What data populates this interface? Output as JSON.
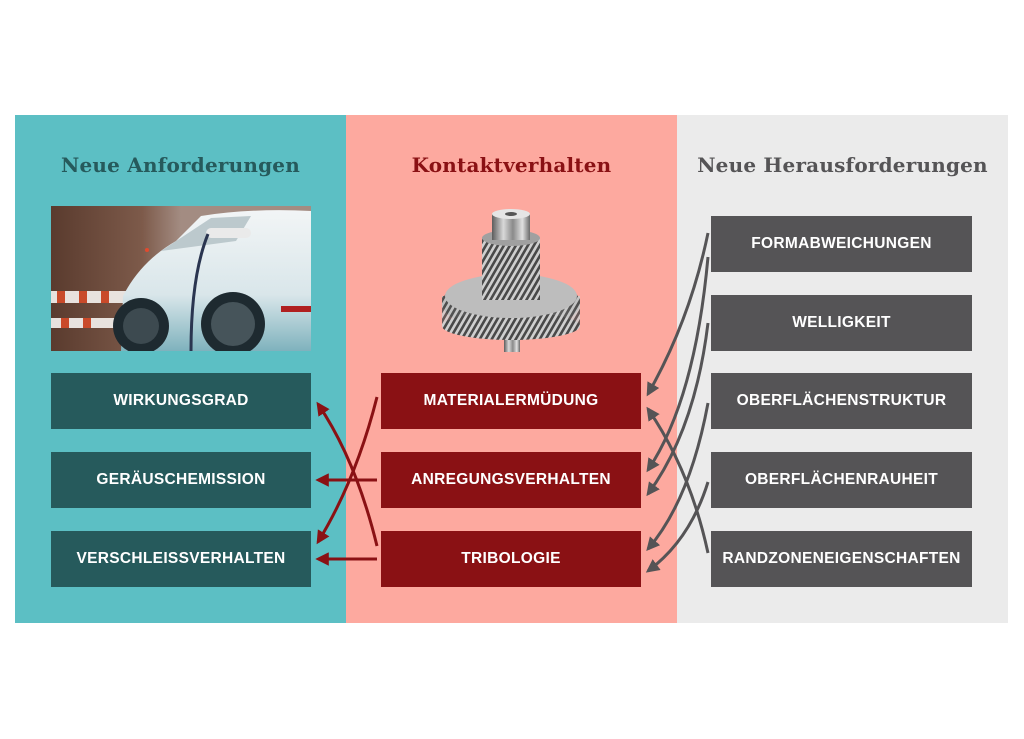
{
  "panels": {
    "left": {
      "title": "Neue Anforderungen",
      "background": "#5cbfc4",
      "image": "electric-car-charging-photo",
      "items": [
        "WIRKUNGSGRAD",
        "GERÄUSCHEMISSION",
        "VERSCHLEISSVERHALTEN"
      ],
      "item_color": "#265a5c"
    },
    "middle": {
      "title": "Kontaktverhalten",
      "background": "#fda99f",
      "image": "helical-gear-photo",
      "items": [
        "MATERIALERMÜDUNG",
        "ANREGUNGSVERHALTEN",
        "TRIBOLOGIE"
      ],
      "item_color": "#8a1114"
    },
    "right": {
      "title": "Neue Herausforderungen",
      "background": "#ebebeb",
      "items": [
        "FORMABWEICHUNGEN",
        "WELLIGKEIT",
        "OBERFLÄCHENSTRUKTUR",
        "OBERFLÄCHENRAUHEIT",
        "RANDZONENEIGENSCHAFTEN"
      ],
      "item_color": "#555456"
    }
  },
  "connections": {
    "red_arrows": [
      {
        "from": "MATERIALERMÜDUNG",
        "to": "VERSCHLEISSVERHALTEN"
      },
      {
        "from": "ANREGUNGSVERHALTEN",
        "to": "GERÄUSCHEMISSION"
      },
      {
        "from": "TRIBOLOGIE",
        "to": "WIRKUNGSGRAD"
      },
      {
        "from": "TRIBOLOGIE",
        "to": "VERSCHLEISSVERHALTEN"
      }
    ],
    "grey_arrows": [
      {
        "from": "FORMABWEICHUNGEN",
        "to": "MATERIALERMÜDUNG"
      },
      {
        "from": "FORMABWEICHUNGEN",
        "to": "ANREGUNGSVERHALTEN"
      },
      {
        "from": "WELLIGKEIT",
        "to": "ANREGUNGSVERHALTEN"
      },
      {
        "from": "OBERFLÄCHENSTRUKTUR",
        "to": "TRIBOLOGIE"
      },
      {
        "from": "OBERFLÄCHENRAUHEIT",
        "to": "TRIBOLOGIE"
      },
      {
        "from": "RANDZONENEIGENSCHAFTEN",
        "to": "MATERIALERMÜDUNG"
      }
    ],
    "red_color": "#8a1114",
    "grey_color": "#555456"
  }
}
